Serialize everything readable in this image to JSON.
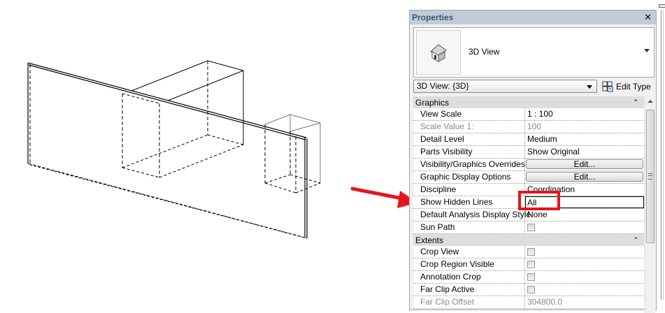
{
  "canvas": {
    "description": "3D view of wall with hidden lines shown as dashed"
  },
  "properties": {
    "title": "Properties",
    "close_icon": "close-x-icon",
    "type_selector": {
      "icon": "house-3d-view-icon",
      "name": "3D View"
    },
    "instance_selector": {
      "value": "3D View: {3D}"
    },
    "edit_type_label": "Edit Type",
    "groups": [
      {
        "name": "Graphics",
        "rows": [
          {
            "label": "View Scale",
            "value": "1 : 100",
            "type": "text"
          },
          {
            "label": "Scale Value    1:",
            "value": "100",
            "type": "text",
            "dim": true
          },
          {
            "label": "Detail Level",
            "value": "Medium",
            "type": "text"
          },
          {
            "label": "Parts Visibility",
            "value": "Show Original",
            "type": "text"
          },
          {
            "label": "Visibility/Graphics Overrides",
            "value": "Edit...",
            "type": "button"
          },
          {
            "label": "Graphic Display Options",
            "value": "Edit...",
            "type": "button"
          },
          {
            "label": "Discipline",
            "value": "Coordination",
            "type": "text"
          },
          {
            "label": "Show Hidden Lines",
            "value": "All",
            "type": "editing"
          },
          {
            "label": "Default Analysis Display Style",
            "value": "None",
            "type": "text"
          },
          {
            "label": "Sun Path",
            "value": false,
            "type": "checkbox"
          }
        ]
      },
      {
        "name": "Extents",
        "rows": [
          {
            "label": "Crop View",
            "value": false,
            "type": "checkbox"
          },
          {
            "label": "Crop Region Visible",
            "value": false,
            "type": "checkbox"
          },
          {
            "label": "Annotation Crop",
            "value": false,
            "type": "checkbox"
          },
          {
            "label": "Far Clip Active",
            "value": false,
            "type": "checkbox"
          },
          {
            "label": "Far Clip Offset",
            "value": "304800.0",
            "type": "text"
          }
        ]
      }
    ]
  },
  "annotation": {
    "arrow_color": "#e8141b",
    "highlight_color": "#e8141b",
    "target": "Show Hidden Lines"
  }
}
